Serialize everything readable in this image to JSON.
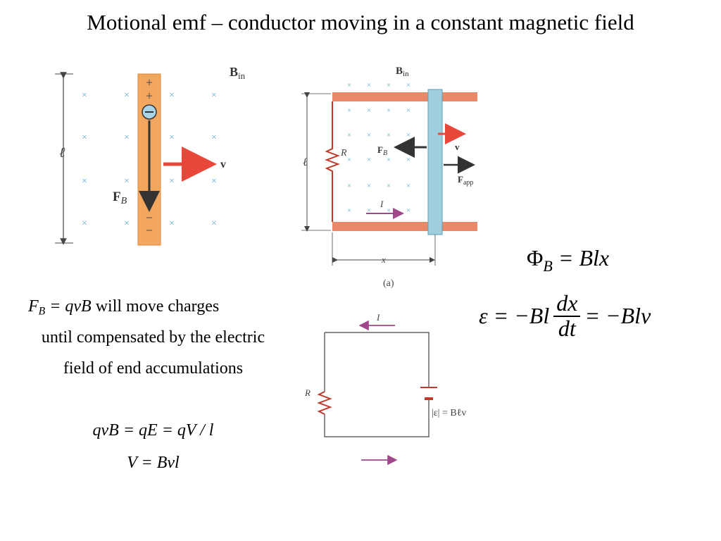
{
  "title": "Motional emf – conductor moving in a constant magnetic field",
  "fig1": {
    "field_label_main": "B",
    "field_label_sub": "in",
    "length_label": "ℓ",
    "velocity_label": "v",
    "force_label_main": "F",
    "force_label_sub": "B",
    "plus_sign": "+",
    "minus_sign": "−",
    "cross_mark": "×"
  },
  "fig2": {
    "field_label_main": "B",
    "field_label_sub": "in",
    "length_label": "ℓ",
    "resistor_label": "R",
    "fb_label_main": "F",
    "fb_label_sub": "B",
    "velocity_label": "v",
    "fapp_label_main": "F",
    "fapp_label_sub": "app",
    "current_label": "I",
    "distance_label": "x",
    "panel_label": "(a)",
    "cross_mark": "×"
  },
  "fig3": {
    "current_label": "I",
    "resistor_label": "R",
    "emf_label": "|ε| = Bℓv"
  },
  "text": {
    "force_eq_lhs": "F",
    "force_eq_sub": "B",
    "force_eq_rhs": " = qvB",
    "force_eq_tail": " will  move charges",
    "line2": "until compensated by the electric",
    "line3": "field of end accumulations",
    "eq_balance": "qvB = qE = qV / l",
    "eq_voltage": "V = Bvl"
  },
  "equations": {
    "flux_lhs": "Φ",
    "flux_sub": "B",
    "flux_rhs": " = Blx",
    "emf_lhs": "ε = −Bl",
    "emf_num": "dx",
    "emf_den": "dt",
    "emf_rhs": "= −Blv"
  }
}
